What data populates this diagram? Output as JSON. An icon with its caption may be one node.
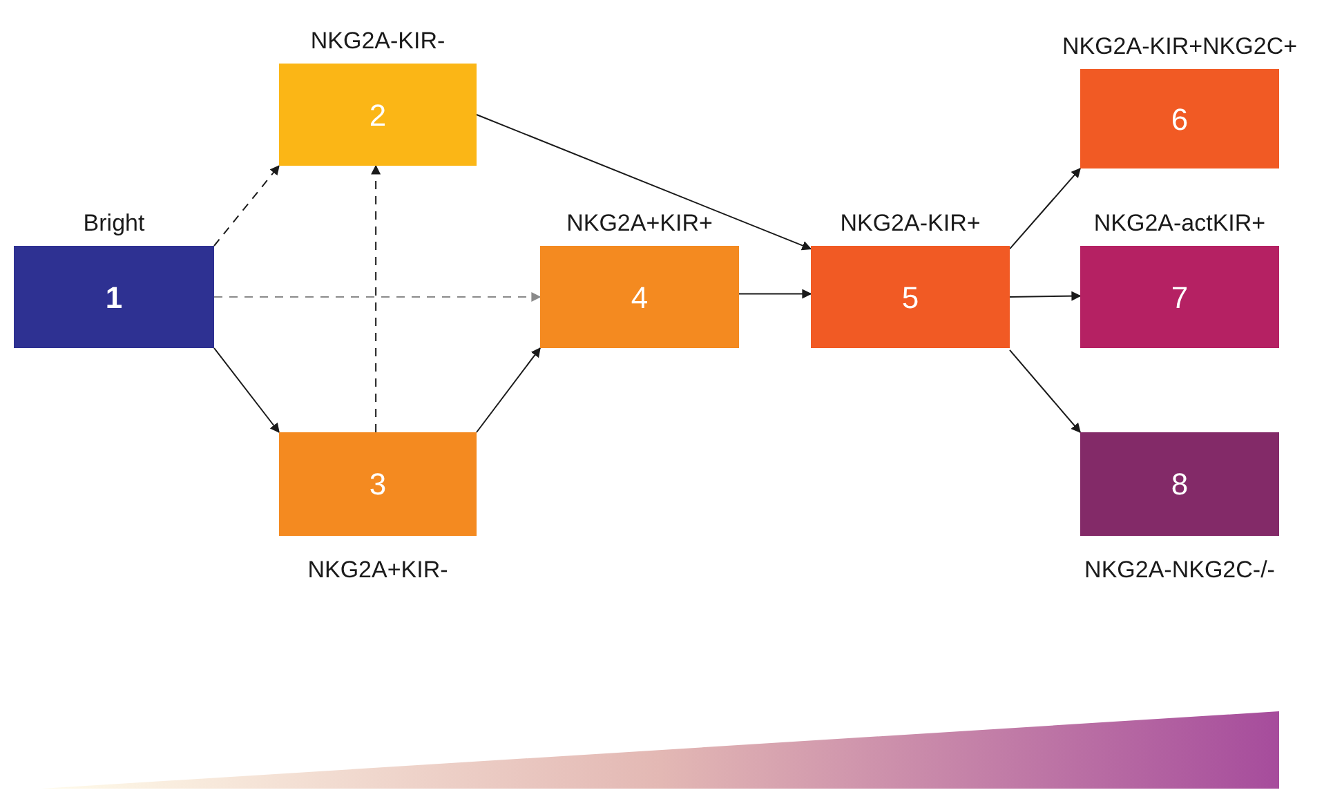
{
  "diagram": {
    "nodes": [
      {
        "text": [
          "Bright",
          "1"
        ]
      },
      {
        "text": [
          "NKG2A-KIR-",
          "2"
        ]
      },
      {
        "text": [
          "3",
          "NKG2A+KIR-"
        ]
      },
      {
        "text": [
          "NKG2A+KIR+",
          "4"
        ]
      },
      {
        "text": [
          "NKG2A-KIR+",
          "5"
        ]
      },
      {
        "text": [
          "NKG2A-KIR+NKG2C+",
          "6"
        ]
      },
      {
        "text": [
          "NKG2A-actKIR+",
          "7"
        ]
      },
      {
        "text": [
          "8",
          "NKG2A-NKG2C-/-"
        ]
      },
      {
        "text": [],
        "shape": "triangle"
      }
    ],
    "edges": [
      {
        "from": 0,
        "to": 1,
        "arrow": "to",
        "style": "dashed"
      },
      {
        "from": 0,
        "to": 3,
        "arrow": "to",
        "style": "dashed",
        "color": "#8a8a8a"
      },
      {
        "from": 0,
        "to": 2,
        "arrow": "to"
      },
      {
        "from": 2,
        "to": 1,
        "arrow": "to",
        "style": "dashed"
      },
      {
        "from": 2,
        "to": 3,
        "arrow": "to"
      },
      {
        "from": 1,
        "to": 4,
        "arrow": "to"
      },
      {
        "from": 3,
        "to": 4,
        "arrow": "to"
      },
      {
        "from": 4,
        "to": 5,
        "arrow": "to"
      },
      {
        "from": 4,
        "to": 6,
        "arrow": "to"
      },
      {
        "from": 4,
        "to": 7,
        "arrow": "to"
      }
    ]
  }
}
